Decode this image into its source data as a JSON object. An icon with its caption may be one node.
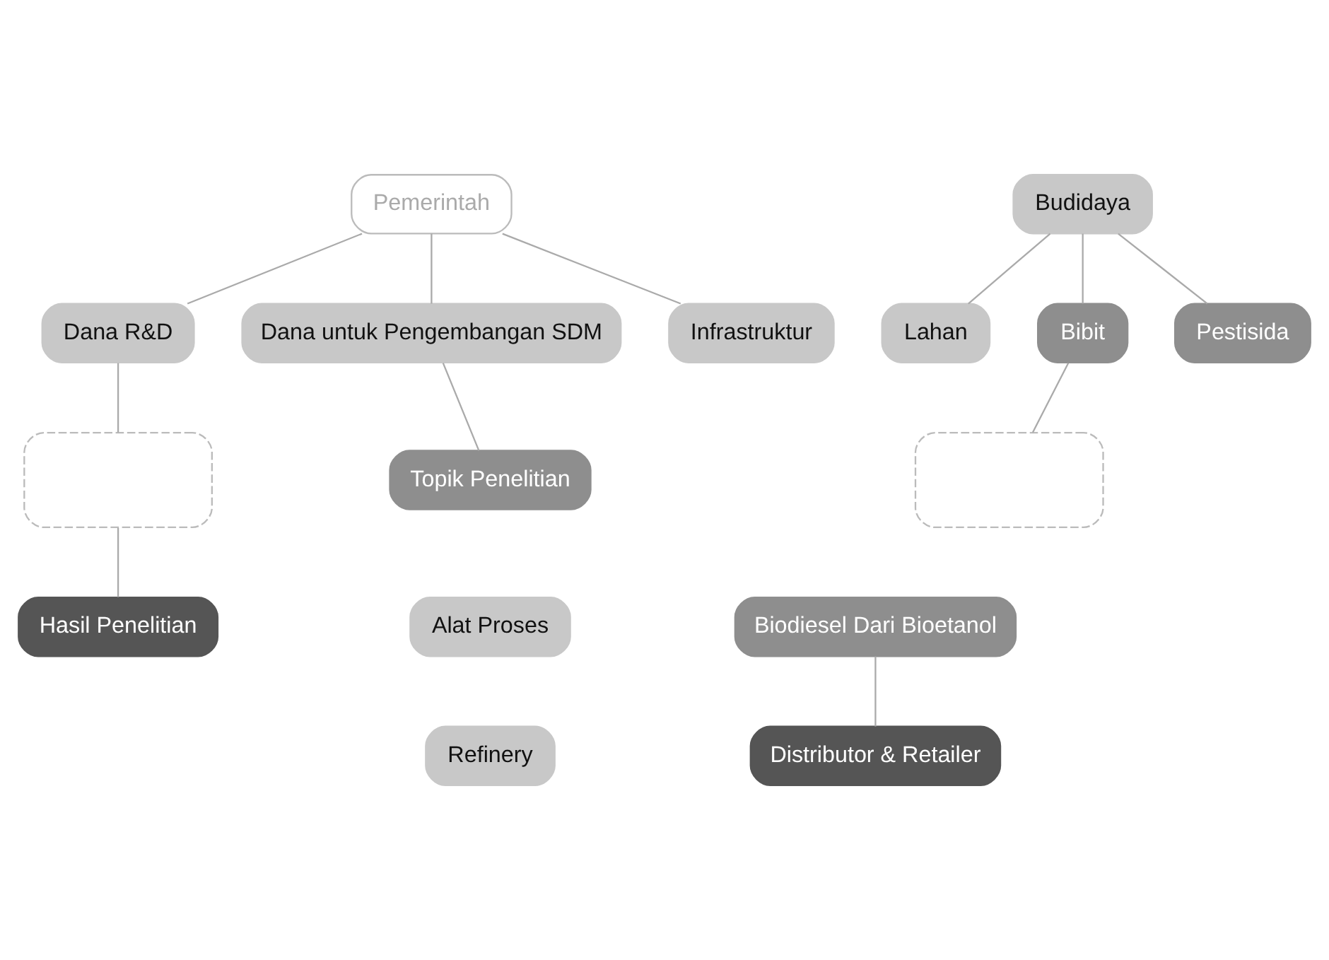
{
  "diagram": {
    "nodes": [
      {
        "text": [
          "Pemerintah"
        ]
      },
      {
        "text": [
          "Budidaya"
        ]
      },
      {
        "text": [
          "Dana R&D"
        ]
      },
      {
        "text": [
          "Dana untuk Pengembangan SDM"
        ]
      },
      {
        "text": [
          "Infrastruktur"
        ]
      },
      {
        "text": [
          "Lahan"
        ]
      },
      {
        "text": [
          "Bibit"
        ]
      },
      {
        "text": [
          "Pestisida"
        ]
      },
      {
        "text": [],
        "shape": "box"
      },
      {
        "text": [
          "Topik Penelitian"
        ]
      },
      {
        "text": [],
        "shape": "box"
      },
      {
        "text": [
          "Hasil Penelitian"
        ]
      },
      {
        "text": [
          "Alat Proses"
        ]
      },
      {
        "text": [
          "Refinery"
        ]
      },
      {
        "text": [
          "Biodiesel Dari Bioetanol"
        ]
      },
      {
        "text": [
          "Distributor & Retailer"
        ]
      }
    ],
    "edges": [
      {
        "from": 0,
        "to": 2,
        "arrow": "none"
      },
      {
        "from": 0,
        "to": 3,
        "arrow": "none"
      },
      {
        "from": 0,
        "to": 4,
        "arrow": "none"
      },
      {
        "from": 1,
        "to": 5,
        "arrow": "none"
      },
      {
        "from": 1,
        "to": 6,
        "arrow": "none"
      },
      {
        "from": 1,
        "to": 7,
        "arrow": "none"
      },
      {
        "from": 2,
        "to": 8,
        "arrow": "none"
      },
      {
        "from": 3,
        "to": 9,
        "arrow": "none"
      },
      {
        "from": 6,
        "to": 10,
        "arrow": "none"
      },
      {
        "from": 8,
        "to": 11,
        "arrow": "none"
      },
      {
        "from": 14,
        "to": 15,
        "arrow": "none"
      }
    ]
  }
}
